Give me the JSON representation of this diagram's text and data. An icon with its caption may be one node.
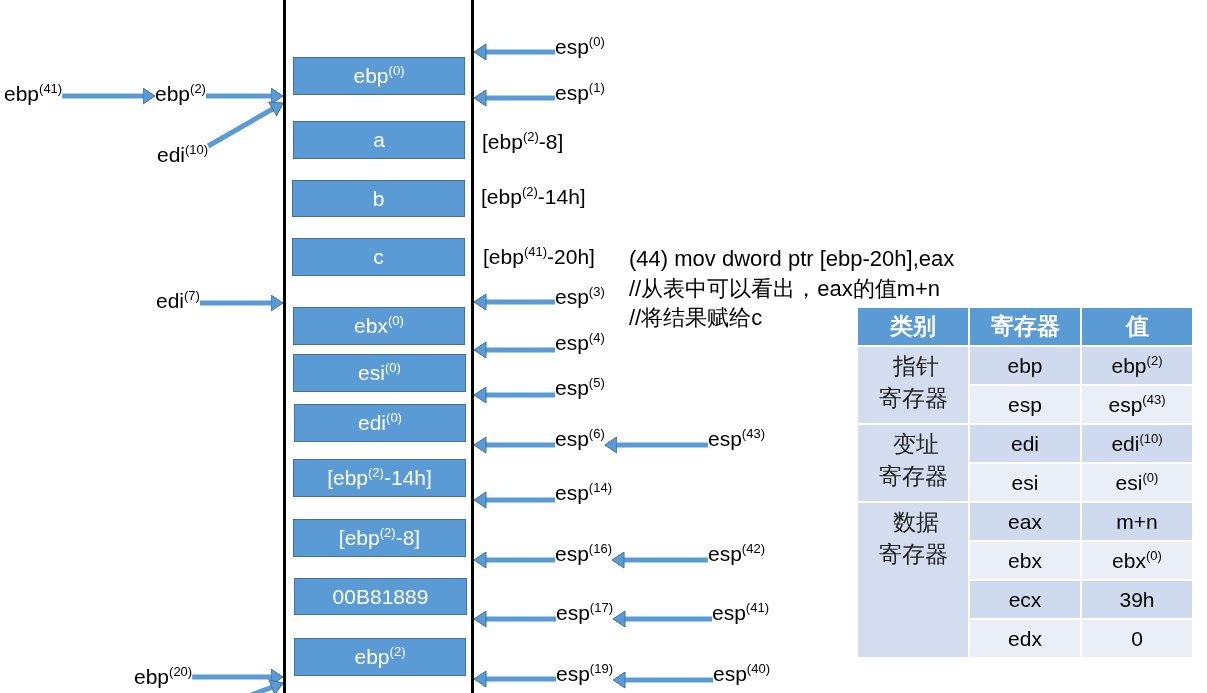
{
  "diagram": {
    "nodes": [
      {
        "text": [],
        "shape": "box"
      },
      {
        "text": [
          "ebp$^{(0)}$"
        ],
        "in": 0
      },
      {
        "text": [
          "a"
        ],
        "in": 0,
        "beside": [
          "[ebp$^{(2)}$-8]"
        ]
      },
      {
        "text": [
          "b"
        ],
        "in": 0,
        "beside": [
          "[ebp$^{(2)}$-14h]"
        ]
      },
      {
        "text": [
          "c"
        ],
        "in": 0,
        "beside": [
          "[ebp$^{(41)}$-20h]"
        ]
      },
      {
        "text": [
          "ebx$^{(0)}$"
        ],
        "in": 0
      },
      {
        "text": [
          "esi$^{(0)}$"
        ],
        "in": 0
      },
      {
        "text": [
          "edi$^{(0)}$"
        ],
        "in": 0
      },
      {
        "text": [
          "[ebp$^{(2)}$-14h]"
        ],
        "in": 0
      },
      {
        "text": [
          "[ebp$^{(2)}$-8]"
        ],
        "in": 0
      },
      {
        "text": [
          "00B81889"
        ],
        "in": 0
      },
      {
        "text": [
          "ebp$^{(2)}$"
        ],
        "in": 0
      },
      {
        "text": [
          "ebp$^{(41)}$"
        ]
      },
      {
        "text": [
          "ebp$^{(2)}$"
        ]
      },
      {
        "text": [
          "edi$^{(10)}$"
        ]
      },
      {
        "text": [
          "edi$^{(7)}$"
        ]
      },
      {
        "text": [
          "ebp$^{(20)}$"
        ]
      },
      {
        "text": [
          "esp$^{(0)}$"
        ]
      },
      {
        "text": [
          "esp$^{(1)}$"
        ]
      },
      {
        "text": [
          "esp$^{(3)}$"
        ]
      },
      {
        "text": [
          "esp$^{(4)}$"
        ]
      },
      {
        "text": [
          "esp$^{(5)}$"
        ]
      },
      {
        "text": [
          "esp$^{(6)}$"
        ]
      },
      {
        "text": [
          "esp$^{(43)}$"
        ]
      },
      {
        "text": [
          "esp$^{(14)}$"
        ]
      },
      {
        "text": [
          "esp$^{(16)}$"
        ]
      },
      {
        "text": [
          "esp$^{(42)}$"
        ]
      },
      {
        "text": [
          "esp$^{(17)}$"
        ]
      },
      {
        "text": [
          "esp$^{(41)}$"
        ]
      },
      {
        "text": [
          "esp$^{(19)}$"
        ]
      },
      {
        "text": [
          "esp$^{(40)}$"
        ]
      }
    ],
    "edges": [
      {
        "from": 12,
        "to": 13,
        "arrow": "to"
      },
      {
        "from": 13,
        "to": 0,
        "arrow": "to"
      },
      {
        "from": 14,
        "to": 0,
        "arrow": "to"
      },
      {
        "from": 15,
        "to": 0,
        "arrow": "to"
      },
      {
        "from": 16,
        "to": 0,
        "arrow": "to"
      },
      {
        "from": null,
        "to": 0,
        "arrow": "to"
      },
      {
        "from": 17,
        "to": 0,
        "arrow": "to"
      },
      {
        "from": 18,
        "to": 0,
        "arrow": "to"
      },
      {
        "from": 19,
        "to": 0,
        "arrow": "to"
      },
      {
        "from": 20,
        "to": 0,
        "arrow": "to"
      },
      {
        "from": 21,
        "to": 0,
        "arrow": "to"
      },
      {
        "from": 22,
        "to": 0,
        "arrow": "to"
      },
      {
        "from": 24,
        "to": 0,
        "arrow": "to"
      },
      {
        "from": 25,
        "to": 0,
        "arrow": "to"
      },
      {
        "from": 27,
        "to": 0,
        "arrow": "to"
      },
      {
        "from": 29,
        "to": 0,
        "arrow": "to"
      },
      {
        "from": 23,
        "to": 22,
        "arrow": "to"
      },
      {
        "from": 26,
        "to": 25,
        "arrow": "to"
      },
      {
        "from": 28,
        "to": 27,
        "arrow": "to"
      },
      {
        "from": 30,
        "to": 29,
        "arrow": "to"
      }
    ],
    "labels": [
      "(44) mov dword ptr [ebp-20h],eax",
      "//从表中可以看出，eax的值m+n",
      "//将结果赋给c",
      "类别",
      "寄存器",
      "值",
      "指针寄存器",
      "ebp",
      "ebp$^{(2)}$",
      "esp",
      "esp$^{(43)}$",
      "变址寄存器",
      "edi",
      "edi$^{(10)}$",
      "esi",
      "esi$^{(0)}$",
      "数据寄存器",
      "eax",
      "m+n",
      "ebx",
      "ebx$^{(0)}$",
      "ecx",
      "39h",
      "edx",
      "0"
    ]
  }
}
